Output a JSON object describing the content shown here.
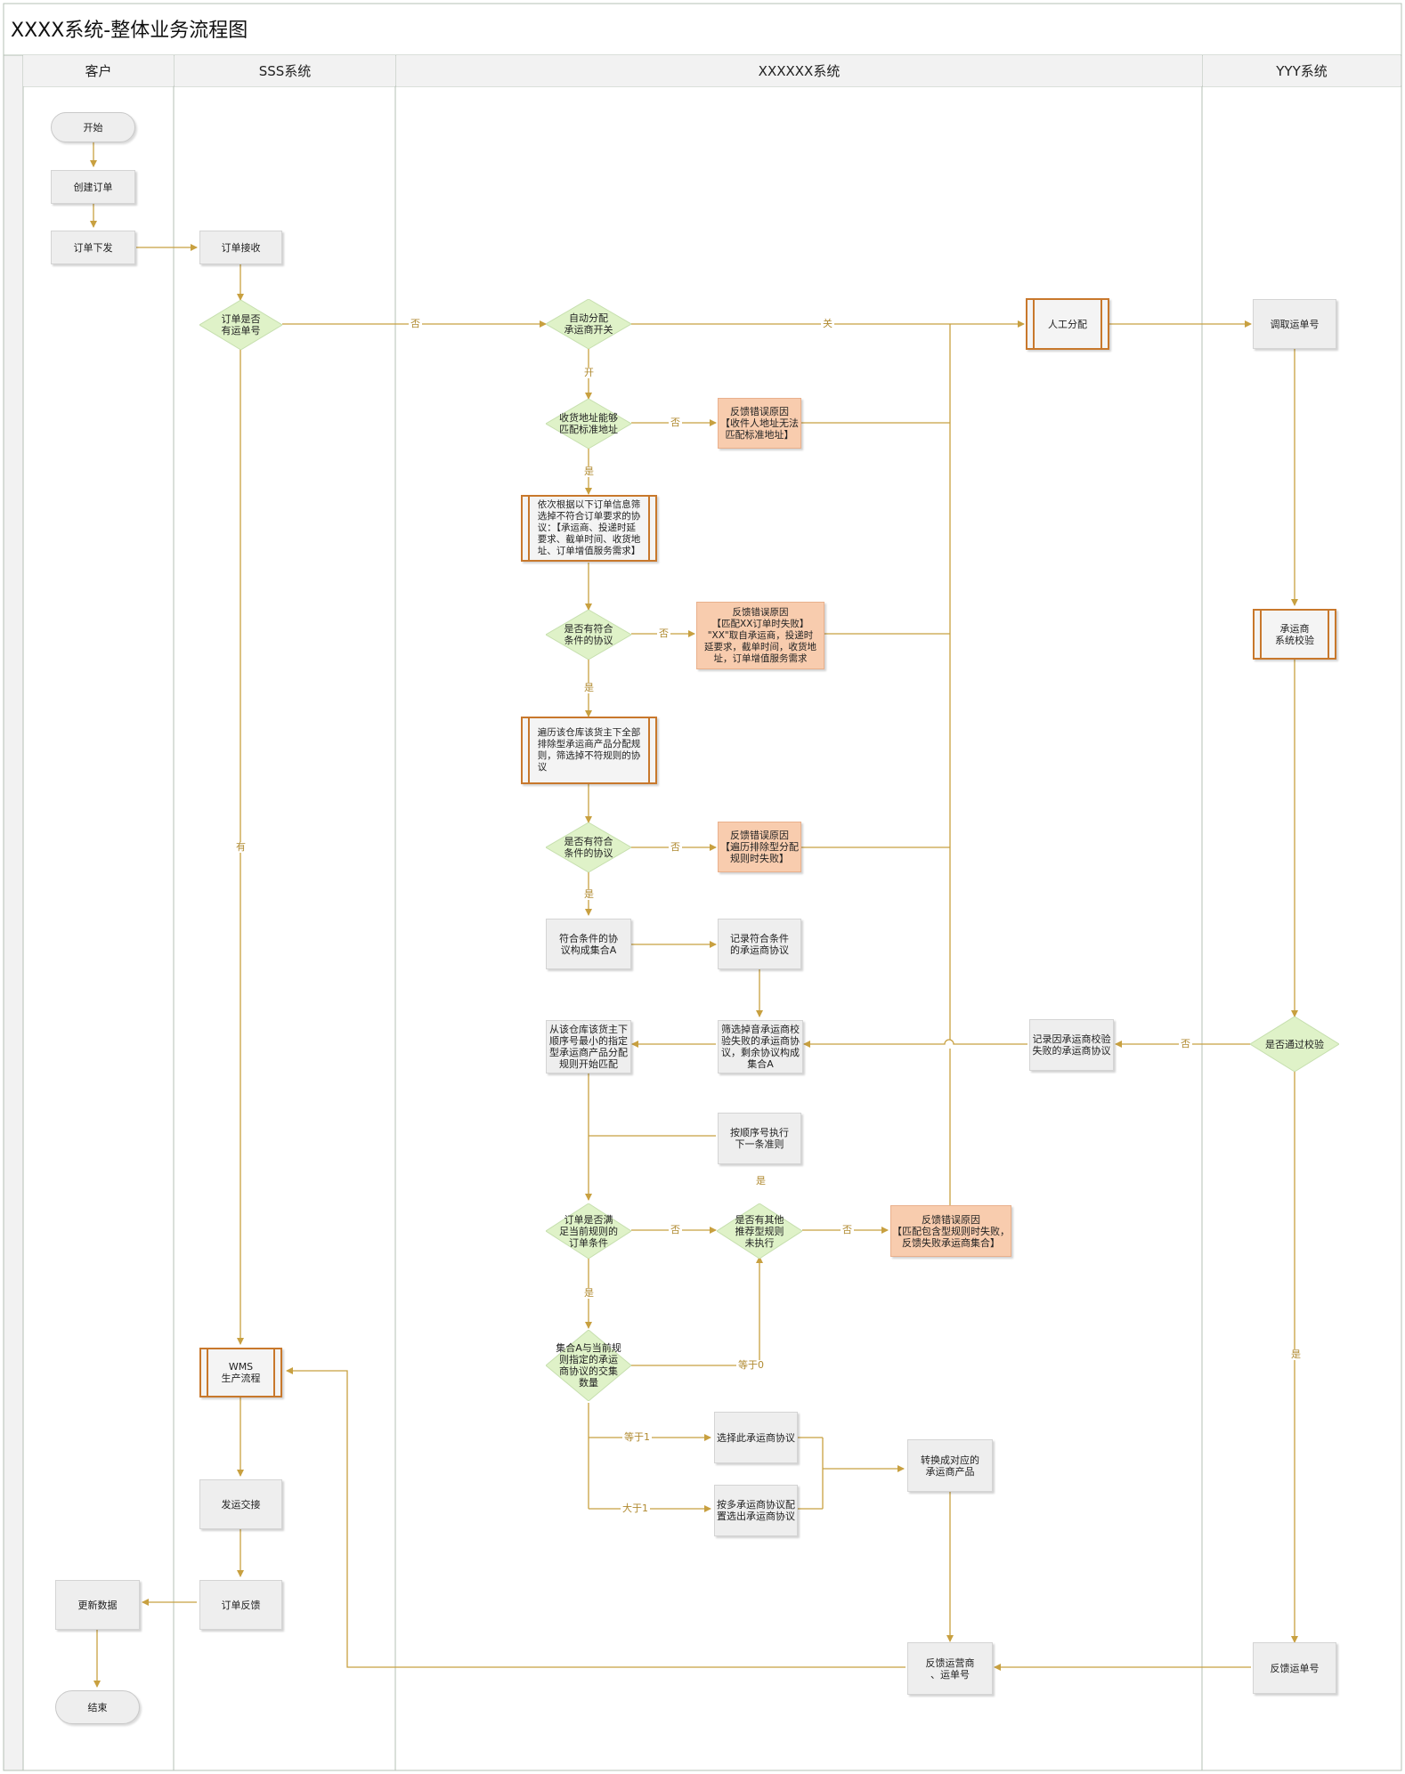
{
  "title": "XXXX系统-整体业务流程图",
  "lanes": [
    "客户",
    "SSS系统",
    "XXXXXX系统",
    "YYY系统"
  ],
  "nodes": {
    "start": "开始",
    "create_order": "创建订单",
    "issue_order": "订单下发",
    "update_data": "更新数据",
    "end": "结束",
    "receive_order": "订单接收",
    "has_waybill": "订单是否\n有运单号",
    "wms": "WMS\n生产流程",
    "ship": "发运交接",
    "feedback_order": "订单反馈",
    "auto_assign": "自动分配\n承运商开关",
    "manual_assign": "人工分配",
    "addr_match": "收货地址能够\n匹配标准地址",
    "err_addr": "反馈错误原因\n【收件人地址无法\n匹配标准地址】",
    "filter_sub": "依次根据以下订单信息筛\n选掉不符合订单要求的协\n议：【承运商、投递时延\n要求、截单时间、收货地\n址、订单增值服务需求】",
    "has_agreement1": "是否有符合\n条件的协议",
    "err_match": "反馈错误原因\n【匹配XX订单时失败】\n\"XX\"取自承运商，投递时\n延要求，截单时间，收货地\n址，订单增值服务需求",
    "traverse_sub": "遍历该仓库该货主下全部\n排除型承运商产品分配规\n则，筛选掉不符规则的协\n议",
    "has_agreement2": "是否有符合\n条件的协议",
    "err_traverse": "反馈错误原因\n【遍历排除型分配\n规则时失败】",
    "set_a": "符合条件的协\n议构成集合A",
    "record_match": "记录符合条件\n的承运商协议",
    "from_rule": "从该仓库该货主下\n顺序号最小的指定\n型承运商产品分配\n规则开始匹配",
    "filter_fail": "筛选掉音承运商校\n验失败的承运商协\n议，剩余协议构成\n集合A",
    "record_fail": "记录因承运商校验\n失败的承运商协议",
    "next_rule": "按顺序号执行\n下一条准则",
    "order_meets": "订单是否满\n足当前规则的\n订单条件",
    "other_rules": "是否有其他\n推荐型规则\n未执行",
    "err_rule": "反馈错误原因\n【匹配包含型规则时失败，\n反馈失败承运商集合】",
    "intersect": "集合A与当前规\n则指定的承运\n商协议的交集\n数量",
    "select_one": "选择此承运商协议",
    "select_multi": "按多承运商协议配\n置选出承运商协议",
    "convert": "转换成对应的\n承运商产品",
    "feedback_carrier": "反馈运营商\n、运单号",
    "get_waybill": "调取运单号",
    "carrier_check": "承运商\n系统校验",
    "passed_check": "是否通过校验",
    "feedback_waybill": "反馈运单号"
  },
  "edge_labels": {
    "no1": "否",
    "close": "关",
    "open": "开",
    "no2": "否",
    "yes1": "是",
    "no3": "否",
    "yes2": "是",
    "no4": "否",
    "yes3": "是",
    "has": "有",
    "no5": "否",
    "no6": "否",
    "no7": "否",
    "yes4": "是",
    "yes5": "是",
    "eq0": "等于0",
    "eq1": "等于1",
    "gt1": "大于1",
    "yes6": "是"
  }
}
